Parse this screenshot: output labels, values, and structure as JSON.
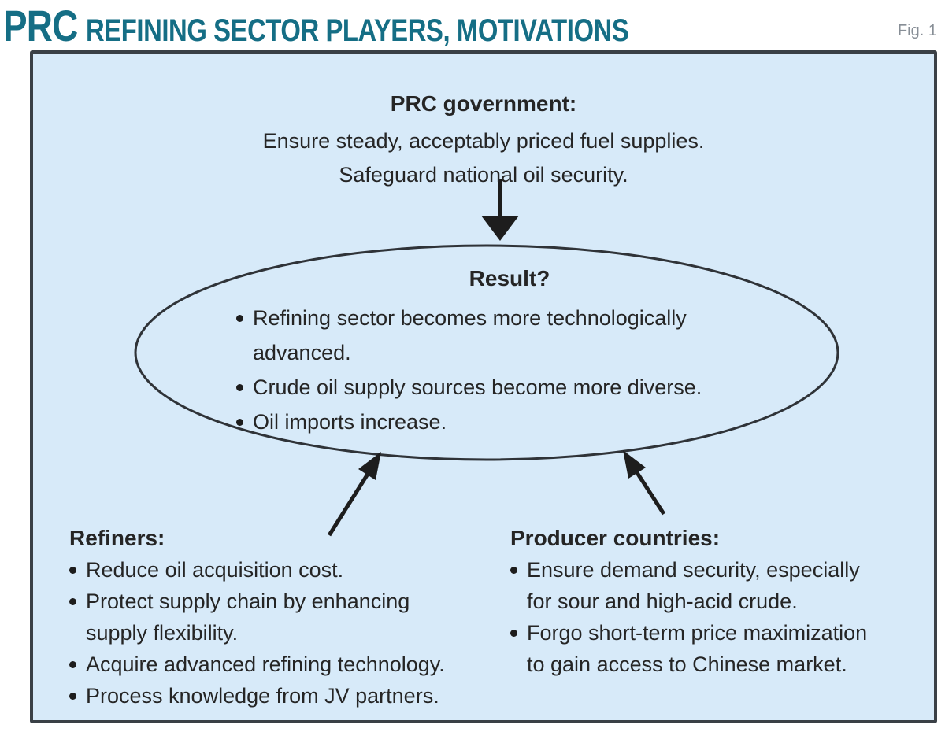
{
  "header": {
    "title_prefix": "PRC",
    "title_rest": "REFINING SECTOR PLAYERS, MOTIVATIONS",
    "fig_label": "Fig. 1"
  },
  "colors": {
    "title_teal": "#156e85",
    "box_background": "#d7eaf9",
    "box_border": "#3a4046",
    "ellipse_stroke": "#2f3338",
    "arrow": "#1d1d1d",
    "text": "#252525",
    "fig_label_gray": "#878e96"
  },
  "diagram": {
    "government": {
      "heading": "PRC government:",
      "lines": [
        "Ensure steady, acceptably priced fuel supplies.",
        "Safeguard national oil security."
      ]
    },
    "result": {
      "heading": "Result?",
      "bullets": [
        "Refining sector becomes more technologically\nadvanced.",
        "Crude oil supply sources become more diverse.",
        "Oil imports increase."
      ]
    },
    "refiners": {
      "heading": "Refiners:",
      "bullets": [
        "Reduce oil acquisition cost.",
        "Protect supply chain by enhancing\nsupply flexibility.",
        "Acquire advanced refining technology.",
        "Process knowledge from JV partners."
      ]
    },
    "producers": {
      "heading": "Producer countries:",
      "bullets": [
        "Ensure demand security, especially\nfor sour and high-acid crude.",
        "Forgo short-term price maximization\nto gain access to Chinese market."
      ]
    }
  }
}
